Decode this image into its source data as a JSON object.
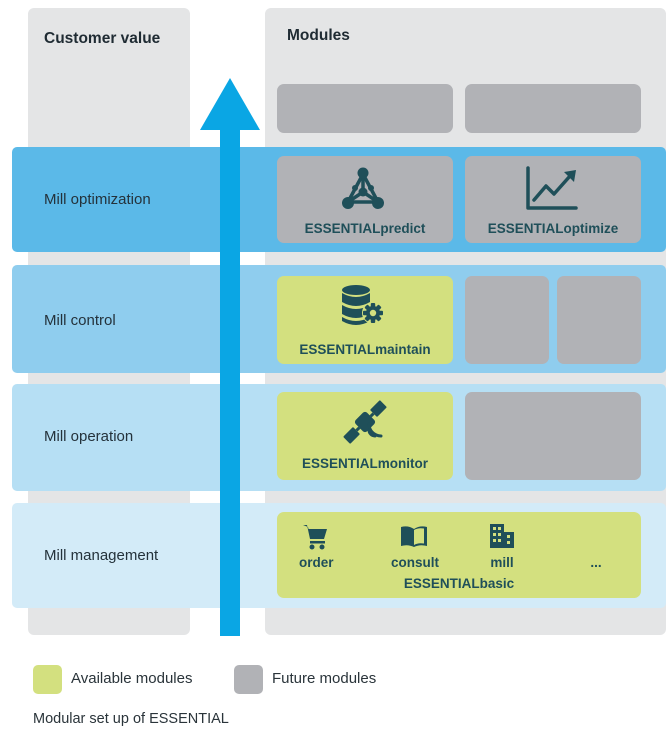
{
  "columns": {
    "customer_value": "Customer value",
    "modules": "Modules"
  },
  "levels": [
    {
      "label": "Mill optimization"
    },
    {
      "label": "Mill control"
    },
    {
      "label": "Mill operation"
    },
    {
      "label": "Mill management"
    }
  ],
  "modules": {
    "predict": {
      "name": "ESSENTIALpredict",
      "status": "available_future",
      "icon": "network-triangle-icon"
    },
    "optimize": {
      "name": "ESSENTIALoptimize",
      "status": "future",
      "icon": "trend-up-chart-icon"
    },
    "maintain": {
      "name": "ESSENTIALmaintain",
      "status": "available",
      "icon": "database-gear-icon"
    },
    "monitor": {
      "name": "ESSENTIALmonitor",
      "status": "available",
      "icon": "satellite-icon"
    },
    "basic": {
      "name": "ESSENTIALbasic",
      "status": "available",
      "items": [
        {
          "label": "order",
          "icon": "shopping-cart-icon"
        },
        {
          "label": "consult",
          "icon": "book-icon"
        },
        {
          "label": "mill",
          "icon": "building-icon"
        },
        {
          "label": "...",
          "icon": ""
        }
      ]
    }
  },
  "legend": {
    "available": "Available modules",
    "future": "Future modules"
  },
  "caption": "Modular set up of ESSENTIAL",
  "colors": {
    "available": "#d3e07f",
    "future": "#b1b2b6",
    "arrow": "#0aa6e4",
    "level_optimization": "#5bb9e8",
    "level_control": "#8fcdee",
    "level_operation": "#b6dff4",
    "level_management": "#d3ebf8"
  }
}
